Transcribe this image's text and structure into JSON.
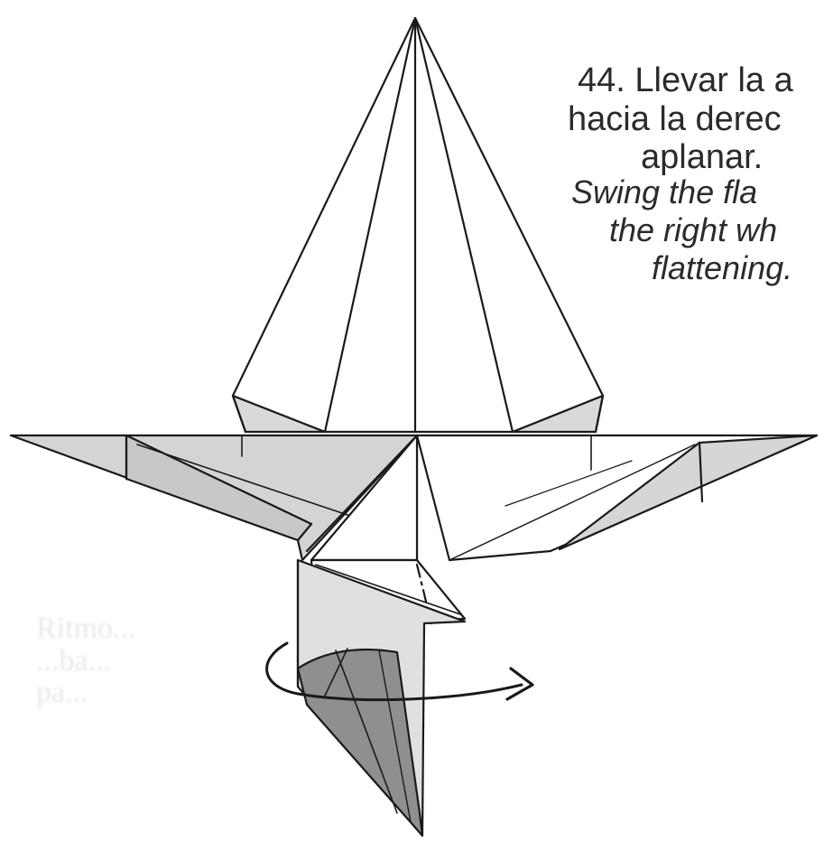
{
  "step": {
    "text_es": [
      "44. Llevar la a",
      "hacia la derec",
      "aplanar."
    ],
    "text_en": [
      "Swing the fla",
      "the right wh",
      "flattening."
    ]
  },
  "colors": {
    "paper": "#ffffff",
    "outline": "#1a1a1a",
    "shade_light": "#d9d9d9",
    "shade_mid": "#c4c4c4",
    "shade_dark": "#8f8f8f",
    "text": "#2b2b2b"
  },
  "arrow": {
    "direction": "right",
    "kind": "swing-flap"
  },
  "faint_background_text": [
    "Ritmo...",
    "...ba...",
    "pa..."
  ]
}
